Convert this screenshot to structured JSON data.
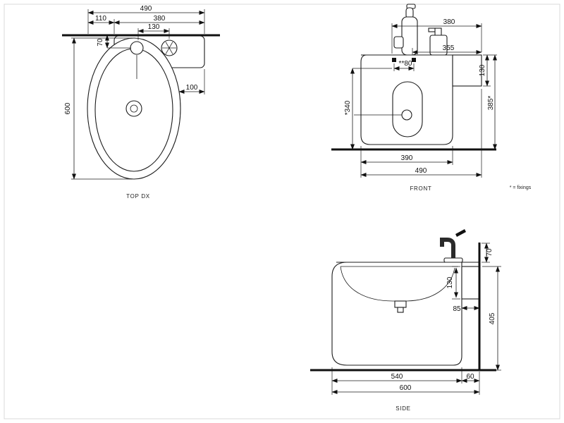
{
  "drawing": {
    "views": {
      "top": {
        "label": "TOP DX",
        "dims": {
          "overall_width": "490",
          "left_section": "110",
          "right_section": "380",
          "hole_spacing": "130",
          "hole_setback": "70",
          "overall_depth": "600",
          "shelf_overhang": "100"
        }
      },
      "front": {
        "label": "FRONT",
        "fixings_note": "* = fixings",
        "dims": {
          "width_top": "380",
          "width_shelf": "355",
          "shelf_height": "130",
          "fixing_spacing": "**80",
          "fixing_height": "*340",
          "height_right": "385*",
          "width_basin": "390",
          "width_overall": "490"
        }
      },
      "side": {
        "label": "SIDE",
        "dims": {
          "top_offset": "70",
          "bracket_height": "130",
          "wall_clearance": "85",
          "overall_height": "405",
          "basin_depth": "540",
          "wall_thickness": "60",
          "overall_depth": "600"
        }
      }
    }
  }
}
